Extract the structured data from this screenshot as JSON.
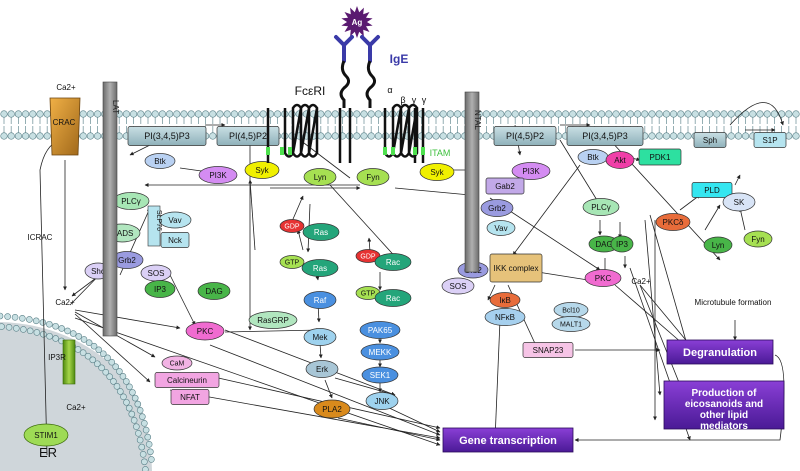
{
  "receptor": {
    "antigen": "Ag",
    "ige": "IgE",
    "fceri": "FcεRI",
    "alpha": "α",
    "beta": "β",
    "gamma1": "γ",
    "gamma2": "γ",
    "itam": "ITAM"
  },
  "adaptors": {
    "lat": "LAT",
    "ntal": "NTAL"
  },
  "channels": {
    "crac": "CRAC",
    "ca_top": "Ca2+",
    "i_crac": "ICRAC",
    "ip3r": "IP3R",
    "stim1": "STIM1",
    "er": "ER",
    "er_ca": "Ca2+"
  },
  "lipids": {
    "pip3_left": "PI(3,4,5)P3",
    "pip2_left": "PI(4,5)P2",
    "pip2_right": "PI(4,5)P2",
    "pip3_right": "PI(3,4,5)P3",
    "sph": "Sph",
    "s1p": "S1P"
  },
  "kinases": {
    "btk_left": "Btk",
    "pi3k_left": "PI3K",
    "syk_left": "Syk",
    "lyn": "Lyn",
    "fyn": "Fyn",
    "syk_right": "Syk",
    "pi3k_right": "PI3K",
    "btk_right": "Btk",
    "akt": "Akt",
    "pdk1": "PDK1",
    "pld": "PLD",
    "sk": "SK",
    "lyn2": "Lyn",
    "fyn2": "Fyn",
    "pkcd": "PKCδ"
  },
  "left_complex": {
    "plcg": "PLCγ",
    "slp76": "SLP76",
    "vav": "Vav",
    "gads": "GADS",
    "nck": "Nck",
    "grb2": "Grb2",
    "shc": "Shc",
    "sos": "SOS"
  },
  "right_complex": {
    "gab2": "Gab2",
    "grb2": "Grb2",
    "vav": "Vav",
    "plcg": "PLCγ",
    "dag": "DAG",
    "ip3": "IP3",
    "pkc": "PKC",
    "ca": "Ca2+",
    "grb2_b": "Grb2",
    "sos_b": "SOS"
  },
  "ikk": {
    "ikk": "IKK complex",
    "ikb": "IκB",
    "nfkb": "NFκB",
    "bcl10": "Bcl10",
    "malt1": "MALT1",
    "snap23": "SNAP23"
  },
  "gtpases": {
    "gdp_ras": "GDP",
    "ras1": "Ras",
    "gtp_ras": "GTP",
    "ras2": "Ras",
    "raf": "Raf",
    "mek": "Mek",
    "erk": "Erk",
    "pla2": "PLA2",
    "gdp_rac": "GDP",
    "rac1": "Rac",
    "gtp_rac": "GTP",
    "rac2": "Rac",
    "pak65": "PAK65",
    "mekk": "MEKK",
    "sek1": "SEK1",
    "jnk": "JNK"
  },
  "left_signal": {
    "ip3": "IP3",
    "dag": "DAG",
    "rasgrp": "RasGRP",
    "pkc": "PKC",
    "ca": "Ca2+",
    "cam": "CaM",
    "calcineurin": "Calcineurin",
    "nfat": "NFAT"
  },
  "misc": {
    "microtubule": "Microtubule formation"
  },
  "outputs": {
    "degranulation": "Degranulation",
    "eicosanoids": "Production of eicosanoids and other lipid mediators",
    "gene_transcription": "Gene transcription"
  }
}
